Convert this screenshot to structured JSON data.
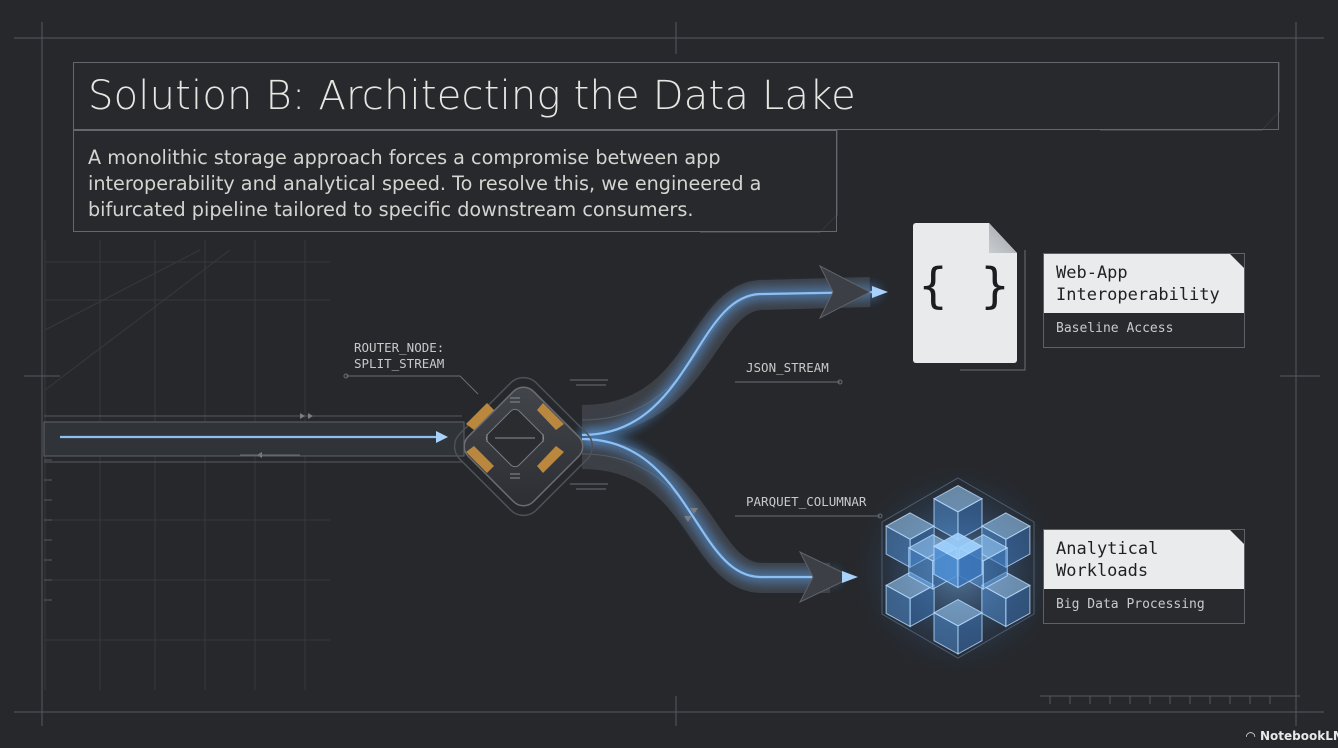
{
  "title": "Solution B: Architecting the Data Lake",
  "description": "A monolithic storage approach forces a compromise between app interoperability and analytical speed. To resolve this, we engineered a bifurcated pipeline tailored to specific downstream consumers.",
  "router": {
    "line1": "ROUTER_NODE:",
    "line2": "SPLIT_STREAM"
  },
  "streams": {
    "json": "JSON_STREAM",
    "parquet": "PARQUET_COLUMNAR"
  },
  "json_icon": {
    "icon": "json-file-icon",
    "glyph": "{ }"
  },
  "cube_icon": {
    "icon": "cube-cluster-icon"
  },
  "web_app": {
    "title_line1": "Web-App",
    "title_line2": "Interoperability",
    "subtitle": "Baseline Access"
  },
  "analytical": {
    "title_line1": "Analytical",
    "title_line2": "Workloads",
    "subtitle": "Big Data Processing"
  },
  "branding": {
    "logo_text": "NotebookLM",
    "icon": "notebooklm-logo-icon"
  },
  "colors": {
    "background": "#26282c",
    "stream_blue": "#5a9de6",
    "router_gold": "#b9883e",
    "card_light": "#e9ebed"
  }
}
